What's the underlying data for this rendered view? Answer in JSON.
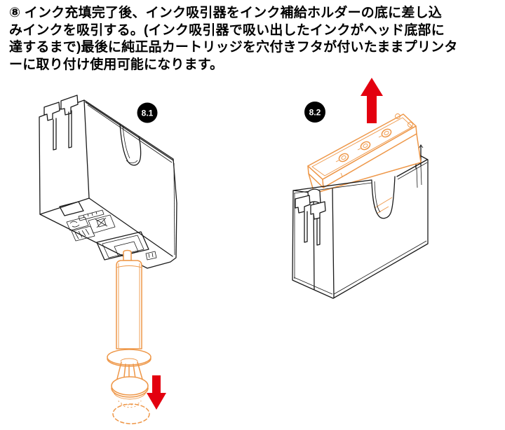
{
  "instruction": {
    "step_number": "8",
    "lines": [
      "⑧ インク充填完了後、インク吸引器をインク補給ホルダーの底に差し込",
      "みインクを吸引する。(インク吸引器で吸い出したインクがヘッド底部に",
      "達するまで)最後に純正品カートリッジを穴付きフタが付いたままプリンタ",
      "ーに取り付け使用可能になります。"
    ],
    "full_text": "⑧ インク充填完了後、インク吸引器をインク補給ホルダーの底に差し込みインクを吸引する。(インク吸引器で吸い出したインクがヘッド底部に達するまで)最後に純正品カートリッジを穴付きフタが付いたままプリンターに取り付け使用可能になります。"
  },
  "figures": {
    "fig_8_1": {
      "badge": "8.1"
    },
    "fig_8_2": {
      "badge": "8.2"
    }
  },
  "colors": {
    "outline_black": "#1a1a1a",
    "highlight_orange": "#ee9748",
    "arrow_red": "#e3000f",
    "badge_background": "#000000",
    "badge_text": "#ffffff",
    "page_background": "#ffffff"
  }
}
